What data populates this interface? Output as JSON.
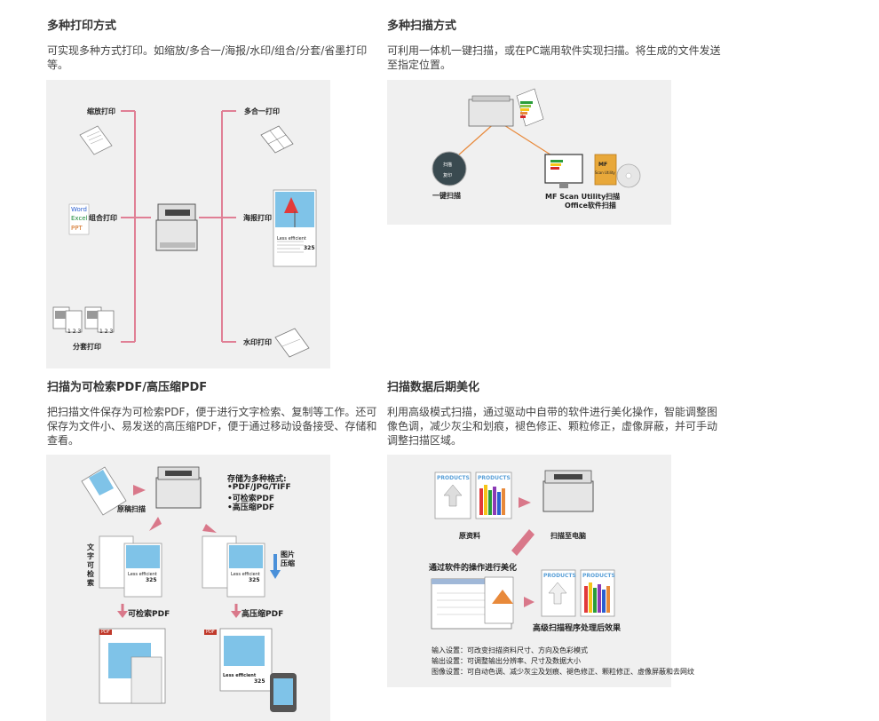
{
  "sections": [
    {
      "title": "多种打印方式",
      "desc": "可实现多种方式打印。如缩放/多合一/海报/水印/组合/分套/省墨打印等。",
      "labels": {
        "zoom": "缩放打印",
        "combo": "组合打印",
        "collate": "分套打印",
        "nup": "多合一打印",
        "poster": "海报打印",
        "watermark": "水印打印",
        "word": "Word",
        "excel": "Excel",
        "ppt": "PPT",
        "pages": "1 2 3",
        "poster_text1": "Less efficient",
        "poster_num": "325"
      }
    },
    {
      "title": "多种扫描方式",
      "desc": "可利用一体机一键扫描，或在PC端用软件实现扫描。将生成的文件发送至指定位置。",
      "labels": {
        "one_key": "一键扫描",
        "mf_scan": "MF Scan Utility扫描",
        "office": "Office软件扫描",
        "mf_box1": "MF",
        "mf_box2": "Scan Utility",
        "btn1": "扫描",
        "btn2": "复印"
      }
    },
    {
      "title": "扫描为可检索PDF/高压缩PDF",
      "desc": "把扫描文件保存为可检索PDF，便于进行文字检索、复制等工作。还可保存为文件小、易发送的高压缩PDF，便于通过移动设备接受、存储和查看。",
      "labels": {
        "formats_title": "存储为多种格式:",
        "formats": [
          "•PDF/JPG/TIFF",
          "•可检索PDF",
          "•高压缩PDF"
        ],
        "orig_scan": "原稿扫描",
        "text_search": "文字可检索",
        "image_compress": "图片压缩",
        "searchable_pdf": "可检索PDF",
        "compressed_pdf": "高压缩PDF",
        "doc_text": "Less efficient",
        "doc_num": "325",
        "pdf_tag": "PDF"
      }
    },
    {
      "title": "扫描数据后期美化",
      "desc": "利用高级模式扫描，通过驱动中自带的软件进行美化操作，智能调整图像色调，减少灰尘和划痕，褪色修正、颗粒修正，虚像屏蔽，并可手动调整扫描区域。",
      "labels": {
        "products": "PRODUCTS",
        "original": "原资料",
        "scan_to_pc": "扫描至电脑",
        "software_beautify": "通过软件的操作进行美化",
        "after_effect": "高级扫描程序处理后效果",
        "input_setting": "输入设置：可改变扫描资料尺寸、方向及色彩模式",
        "output_setting": "输出设置：可调整输出分辨率、尺寸及数据大小",
        "image_setting": "图像设置：可自动色调、减少灰尘及划痕、褪色修正、颗粒修正、虚像屏蔽和去网纹"
      }
    }
  ],
  "colors": {
    "pink": "#e07f95",
    "panel": "#f0f0f0",
    "orange": "#e8893a",
    "arrow_pink": "#d9788a",
    "blue_arrow": "#4a90d9"
  }
}
